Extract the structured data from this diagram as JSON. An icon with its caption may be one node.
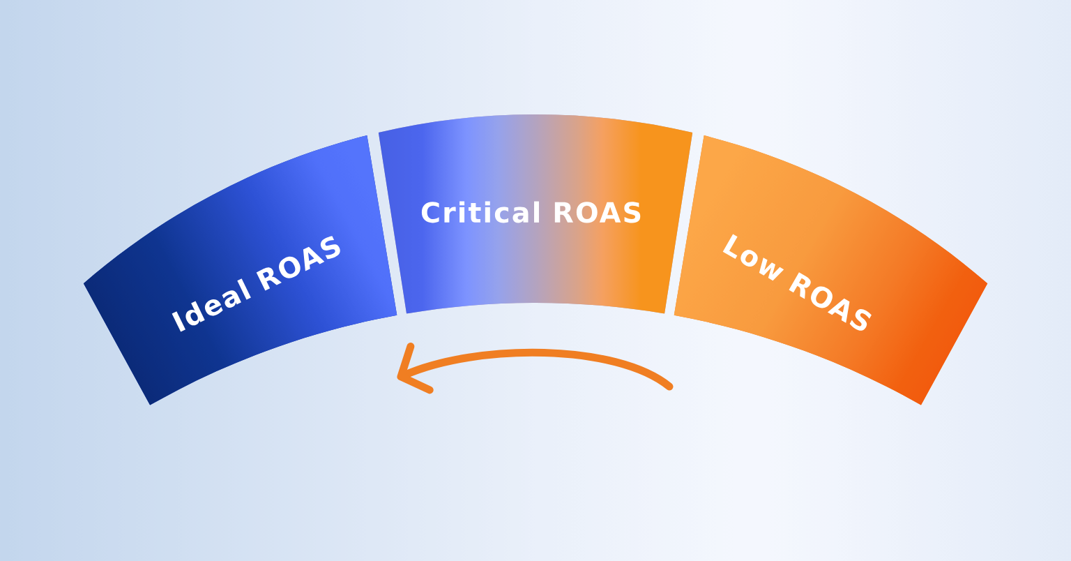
{
  "diagram": {
    "nodes": [
      {
        "text": [
          "Ideal ROAS"
        ]
      },
      {
        "text": [
          "Critical ROAS"
        ]
      },
      {
        "text": [
          "Low ROAS"
        ]
      }
    ],
    "edges": [
      {
        "from": 2,
        "to": 0,
        "arrow": "to"
      }
    ]
  }
}
